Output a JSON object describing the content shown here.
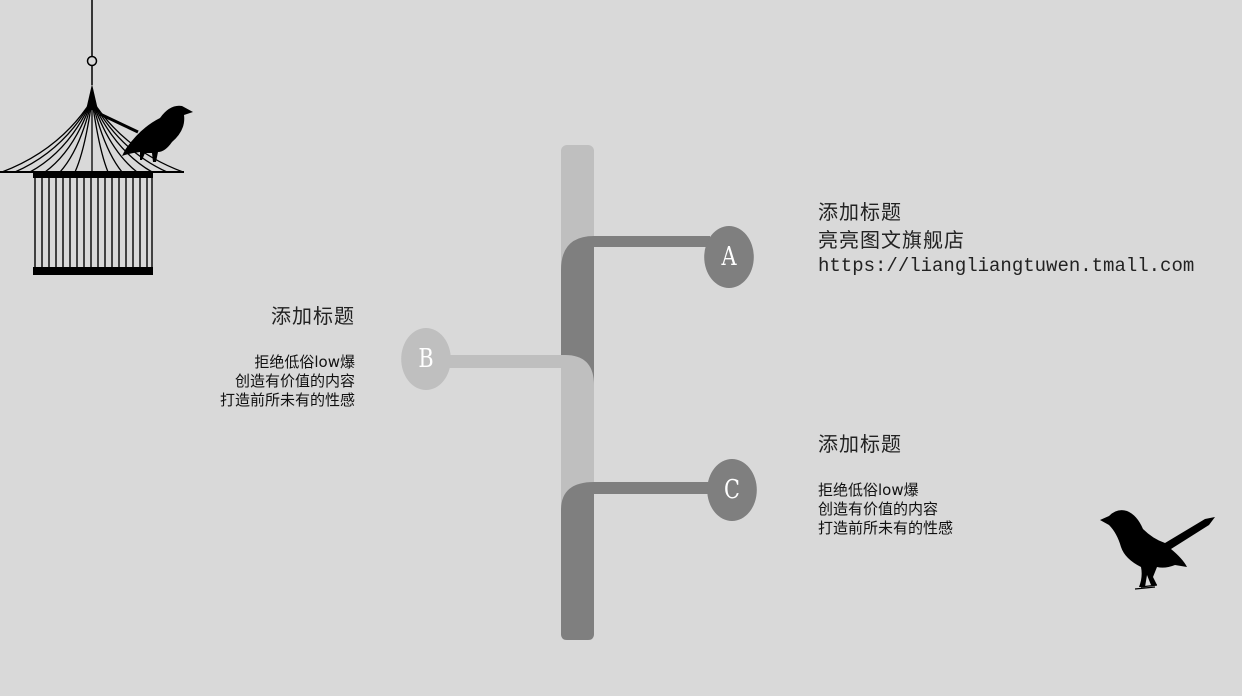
{
  "colors": {
    "background": "#d9d9d9",
    "trunk_light": "#bfbfbf",
    "trunk_dark": "#7f7f7f",
    "node_light": "#bfbfbf",
    "node_dark": "#7f7f7f",
    "text": "#222222",
    "silhouette": "#000000"
  },
  "nodes": [
    {
      "label": "A",
      "title": "添加标题",
      "lines": [
        "亮亮图文旗舰店",
        "https://liangliangtuwen.tmall.com"
      ]
    },
    {
      "label": "B",
      "title": "添加标题",
      "lines": [
        "拒绝低俗low爆",
        "创造有价值的内容",
        "打造前所未有的性感"
      ]
    },
    {
      "label": "C",
      "title": "添加标题",
      "lines": [
        "拒绝低俗low爆",
        "创造有价值的内容",
        "打造前所未有的性感"
      ]
    }
  ],
  "decorations": {
    "top_left": "birdcage-with-bird",
    "bottom_right": "magpie-bird"
  }
}
